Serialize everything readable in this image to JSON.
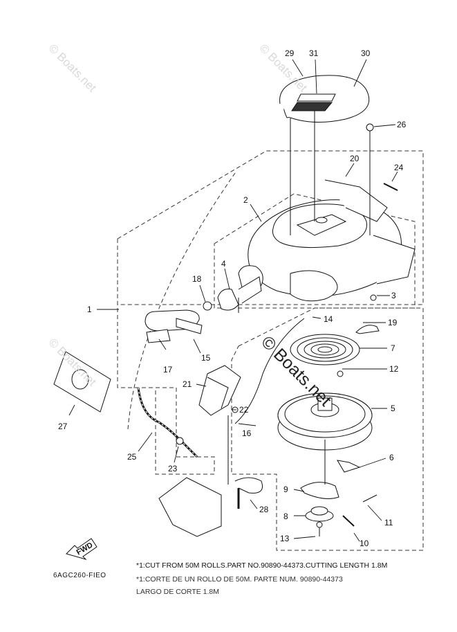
{
  "watermarks": {
    "small": "© Boats.net",
    "large": "© Boats.net"
  },
  "callouts": [
    {
      "id": "29",
      "label": "29"
    },
    {
      "id": "31",
      "label": "31"
    },
    {
      "id": "30",
      "label": "30"
    },
    {
      "id": "26",
      "label": "26"
    },
    {
      "id": "20",
      "label": "20"
    },
    {
      "id": "24",
      "label": "24"
    },
    {
      "id": "2",
      "label": "2"
    },
    {
      "id": "4",
      "label": "4"
    },
    {
      "id": "18",
      "label": "18"
    },
    {
      "id": "1",
      "label": "1"
    },
    {
      "id": "3",
      "label": "3"
    },
    {
      "id": "14",
      "label": "14"
    },
    {
      "id": "19",
      "label": "19"
    },
    {
      "id": "7",
      "label": "7"
    },
    {
      "id": "17",
      "label": "17"
    },
    {
      "id": "15",
      "label": "15"
    },
    {
      "id": "12",
      "label": "12"
    },
    {
      "id": "21",
      "label": "21"
    },
    {
      "id": "22",
      "label": "22"
    },
    {
      "id": "27",
      "label": "27"
    },
    {
      "id": "5",
      "label": "5"
    },
    {
      "id": "16",
      "label": "16"
    },
    {
      "id": "25",
      "label": "25"
    },
    {
      "id": "23",
      "label": "23"
    },
    {
      "id": "6",
      "label": "6"
    },
    {
      "id": "9",
      "label": "9"
    },
    {
      "id": "28",
      "label": "28"
    },
    {
      "id": "8",
      "label": "8"
    },
    {
      "id": "11",
      "label": "11"
    },
    {
      "id": "13",
      "label": "13"
    },
    {
      "id": "10",
      "label": "10"
    }
  ],
  "fwd_label": "FWD",
  "diagram_code": "6AGC260-FIEO",
  "notes": {
    "line1": "*1:CUT FROM 50M ROLLS.PART NO.90890-44373.CUTTING LENGTH 1.8M",
    "line2": "*1:CORTE DE UN ROLLO DE 50M. PARTE NUM. 90890-44373",
    "line3": "LARGO DE CORTE 1.8M"
  }
}
